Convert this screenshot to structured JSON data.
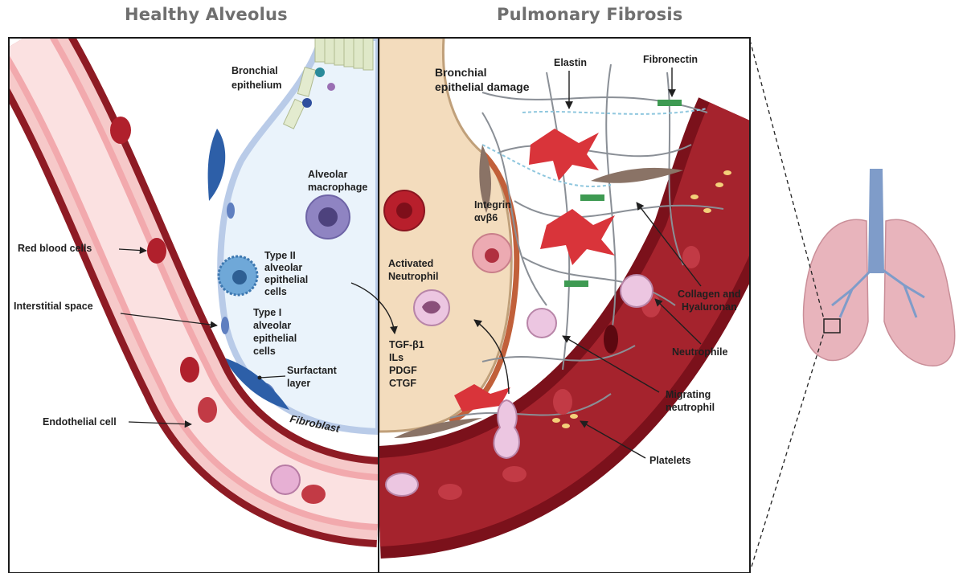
{
  "titles": {
    "left": "Healthy Alveolus",
    "right": "Pulmonary Fibrosis"
  },
  "labels": {
    "bronchial_epithelium": [
      "Bronchial",
      "epithelium"
    ],
    "alveolar_macrophage": [
      "Alveolar",
      "macrophage"
    ],
    "red_blood_cells": "Red blood cells",
    "type_ii_cells": [
      "Type II",
      "alveolar",
      "epithelial",
      "cells"
    ],
    "interstitial_space": "Interstitial space",
    "type_i_cells": [
      "Type I",
      "alveolar",
      "epithelial",
      "cells"
    ],
    "surfactant_layer": [
      "Surfactant",
      "layer"
    ],
    "endothelial_cell": "Endothelial cell",
    "fibroblast": "Fibroblast",
    "bronchial_epithelial_damage": [
      "Bronchial",
      "epithelial damage"
    ],
    "elastin": "Elastin",
    "fibronectin": "Fibronectin",
    "integrin": [
      "Integrin",
      "αvβ6"
    ],
    "activated_neutrophil": [
      "Activated",
      "Neutrophil"
    ],
    "cytokines": [
      "TGF-β1",
      "ILs",
      "PDGF",
      "CTGF"
    ],
    "collagen_hyaluronan": [
      "Collagen and",
      "Hyaluronan"
    ],
    "neutrophile": "Neutrophile",
    "migrating_neutrophil": [
      "Migrating",
      "neutrophil"
    ],
    "platelets": "Platelets"
  },
  "colors": {
    "title_gray": "#6f6f6f",
    "vessel_dark": "#8e1b24",
    "vessel_light": "#f6c9c9",
    "vessel_fibrotic": "#a5232d",
    "alveolus_fill": "#eaf3fb",
    "alveolus_wall": "#b9cbe8",
    "fibrotic_fill": "#f3dcbd",
    "lung_pink": "#e8b4bc",
    "airway_blue": "#7f9cc9",
    "myofibroblast_red": "#d9343a"
  }
}
